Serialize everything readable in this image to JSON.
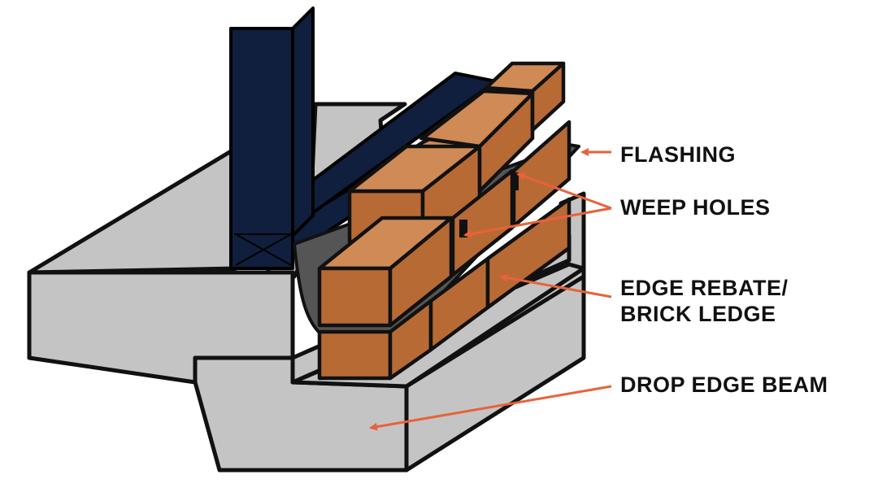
{
  "labels": {
    "flashing": "FLASHING",
    "weep_holes": "WEEP HOLES",
    "edge_rebate_line1": "EDGE REBATE/",
    "edge_rebate_line2": "BRICK LEDGE",
    "drop_edge_beam": "DROP EDGE BEAM"
  },
  "colors": {
    "concrete": "#c4c4c4",
    "steel_frame": "#0f1f3d",
    "brick": "#b86a35",
    "brick_top": "#cf8a55",
    "flashing": "#555555",
    "arrow": "#e8623a",
    "outline": "#111111"
  }
}
